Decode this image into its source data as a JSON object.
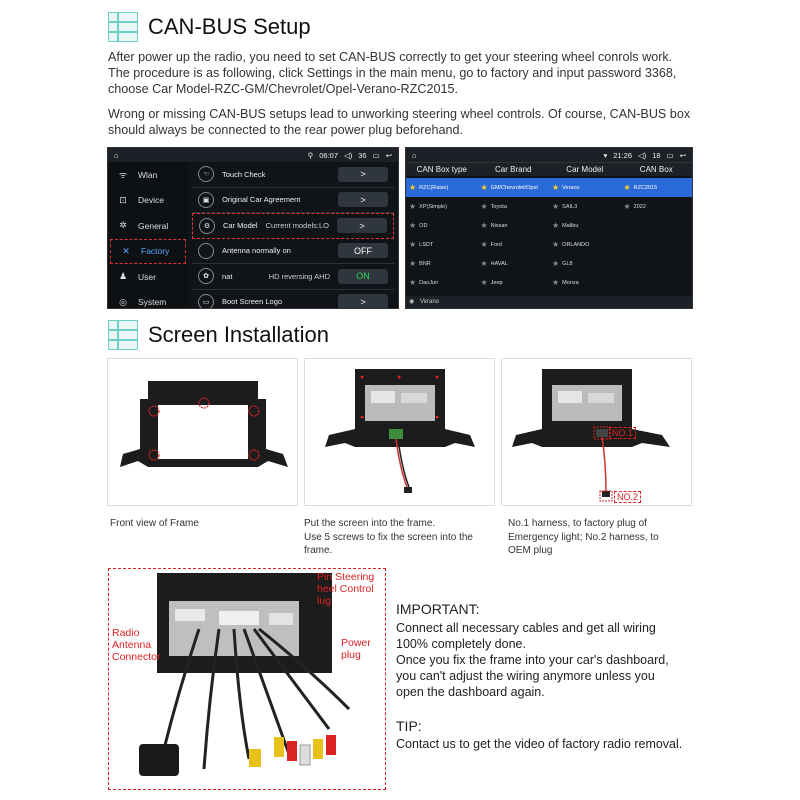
{
  "canbus": {
    "title": "CAN-BUS Setup",
    "p1": "After power up the radio, you need to set CAN-BUS correctly to get your steering wheel conrols work. The procedure is as following, click Settings in the main menu, go to factory and input password 3368, choose Car Model-RZC-GM/Chevrolet/Opel-Verano-RZC2015.",
    "p2": "Wrong or missing CAN-BUS setups lead to unworking steering wheel controls. Of course, CAN-BUS box should always be connected to the rear power plug beforehand."
  },
  "settings_screen": {
    "time": "06:07",
    "volume": "36",
    "menu": [
      {
        "icon": "ᯤ",
        "label": "Wlan"
      },
      {
        "icon": "⊡",
        "label": "Device"
      },
      {
        "icon": "✲",
        "label": "General"
      },
      {
        "icon": "✕",
        "label": "Factory"
      },
      {
        "icon": "♟",
        "label": "User"
      },
      {
        "icon": "◎",
        "label": "System"
      }
    ],
    "rows": [
      {
        "icon": "☜",
        "label": "Touch Check",
        "value": "",
        "button": ">"
      },
      {
        "icon": "▣",
        "label": "Original Car Agreement",
        "value": "",
        "button": ">"
      },
      {
        "icon": "⚙",
        "label": "Car Model",
        "value": "Current models:LO",
        "button": ">"
      },
      {
        "icon": "",
        "label": "Antenna normally on",
        "value": "",
        "button": "OFF"
      },
      {
        "icon": "✿",
        "label": "nat",
        "value": "HD reversing        AHD",
        "button": "ON"
      },
      {
        "icon": "▭",
        "label": "Boot Screen Logo",
        "value": "",
        "button": ">"
      }
    ]
  },
  "can_screen": {
    "time": "21:26",
    "volume": "18",
    "headers": [
      "CAN Box type",
      "Car Brand",
      "Car Model",
      "CAN Box"
    ],
    "col1": [
      "RZC(Raise)",
      "XP(Simple)",
      "OD",
      "LSDT",
      "BNR",
      "DaoJun"
    ],
    "col2": [
      "GM/Chevrolet/Opel",
      "Toyota",
      "Nissan",
      "Ford",
      "HAVAL",
      "Jeep"
    ],
    "col3": [
      "Verano",
      "SAIL3",
      "Malibu",
      "ORLANDO",
      "GL8",
      "Monza"
    ],
    "col4": [
      "RZC2015",
      "2022"
    ],
    "footer": "Verano"
  },
  "install": {
    "title": "Screen Installation",
    "cap1": "Front view of Frame",
    "cap2a": "Put the screen into the frame.",
    "cap2b": "Use 5 screws to fix the screen into the",
    "cap2c": "frame.",
    "cap3a": "No.1 harness, to factory plug of",
    "cap3b": "Emergency light; No.2 harness, to",
    "cap3c": "OEM plug",
    "no1": "NO.1",
    "no2": "NO.2"
  },
  "wiring": {
    "steer_1": "Pin Steering",
    "steer_2": "heel Control",
    "steer_3": "lug",
    "radio_1": "Radio",
    "radio_2": "Antenna",
    "radio_3": "Connector",
    "power_1": "Power",
    "power_2": "plug"
  },
  "important": {
    "head": "IMPORTANT:",
    "l1": "Connect all necessary cables and get all wiring",
    "l2": "100% completely done.",
    "l3": "Once you fix the frame into your car's dashboard,",
    "l4": "you can't adjust the wiring anymore unless you",
    "l5": "open the dashboard again.",
    "tip_head": "TIP:",
    "tip": "Contact us to get the video of factory radio removal."
  }
}
